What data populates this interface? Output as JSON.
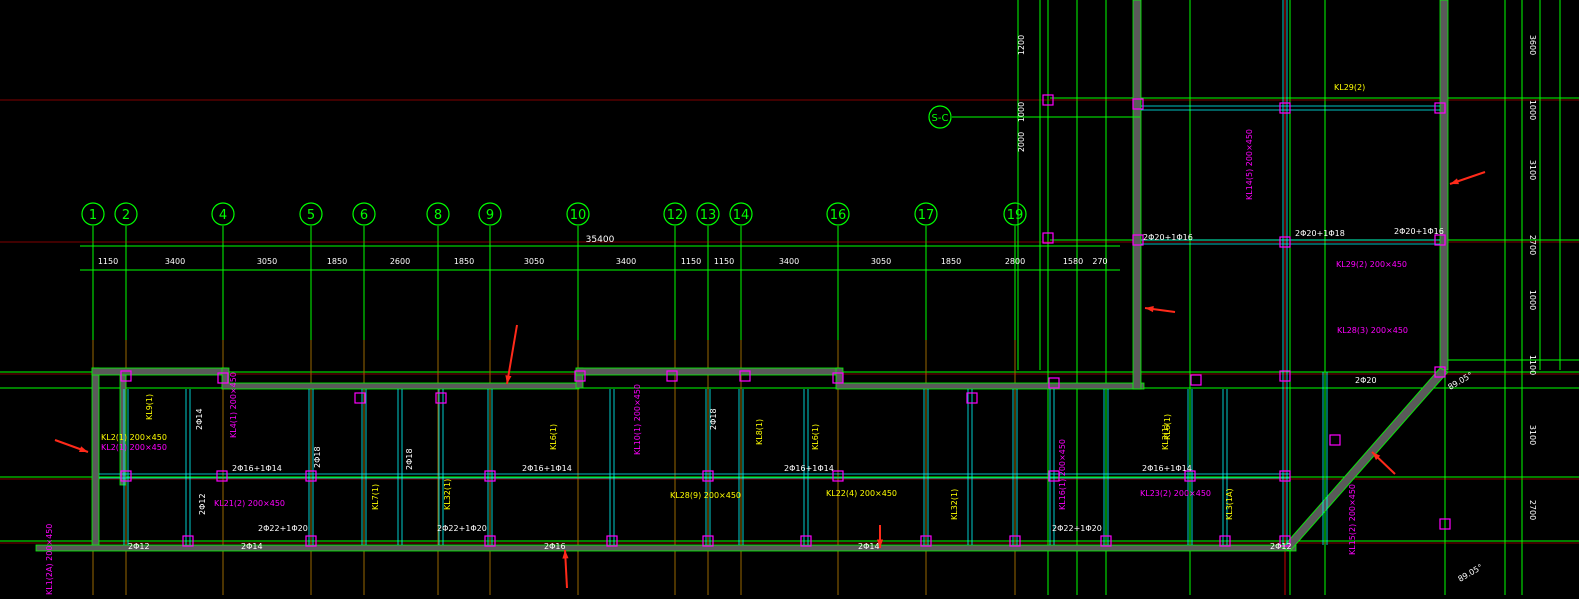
{
  "drawing": {
    "background": "#000000",
    "colors": {
      "axis": "#00ff00",
      "dim_text": "#ffffff",
      "beam": "#00ffff",
      "wall_fill": "#5a5a5a",
      "red_axis": "#ff0000",
      "column": "#ff00ff",
      "yellow_label": "#ffff00",
      "magenta_label": "#ff00ff",
      "arrow": "#ff2a1a"
    },
    "axis_bubbles": [
      "1",
      "2",
      "4",
      "5",
      "6",
      "8",
      "9",
      "10",
      "12",
      "13",
      "14",
      "16",
      "17",
      "19"
    ],
    "side_bubble": "S-C",
    "total_dimension": "35400",
    "dimensions": [
      "1150",
      "3400",
      "3050",
      "1850",
      "2600",
      "1850",
      "3050",
      "3400",
      "1150",
      "1150",
      "3400",
      "3050",
      "1850",
      "2800",
      "1580",
      "270"
    ],
    "right_dimensions": [
      "3600",
      "1000",
      "3100",
      "2700",
      "1000",
      "1100",
      "3100",
      "2700"
    ],
    "top_vertical_dims": [
      "1200",
      "1000",
      "2000"
    ],
    "beam_labels_yellow": [
      "KL9(1)",
      "KL6(1)",
      "KL8(1)",
      "KL6(1)",
      "KL7(1)",
      "KL32(1)",
      "KL32(1)",
      "KL3(1)",
      "KL29(2)",
      "KL28(9) 200×450",
      "KL22(4) 200×450",
      "KL6(1)",
      "KL3(1A)",
      "KL2(1) 200×450"
    ],
    "beam_labels_magenta": [
      "KL2(1) 200×450",
      "KL4(1) 200×450",
      "KL21(2) 200×450",
      "KL10(1) 200×450",
      "KL23(2) 200×450",
      "KL29(2) 200×450",
      "KL28(3) 200×450",
      "KL14(5) 200×450",
      "KL16(1) 200×450",
      "KL15(2) 200×450",
      "KL1(2A) 200×450"
    ],
    "rebar_notes": [
      "2Φ16+1Φ14",
      "2Φ16+1Φ14",
      "2Φ16+1Φ14",
      "2Φ16+1Φ14",
      "2Φ22+1Φ20",
      "2Φ22+1Φ20",
      "2Φ22+1Φ20",
      "2Φ20+1Φ16",
      "2Φ20+1Φ18",
      "2Φ20+1Φ16",
      "2Φ20",
      "2Φ12",
      "2Φ14",
      "2Φ16",
      "2Φ14",
      "2Φ12",
      "2Φ18",
      "2Φ18",
      "2Φ12",
      "2Φ18",
      "2Φ14"
    ],
    "angle_labels": [
      "89.05°",
      "89.05°"
    ]
  }
}
